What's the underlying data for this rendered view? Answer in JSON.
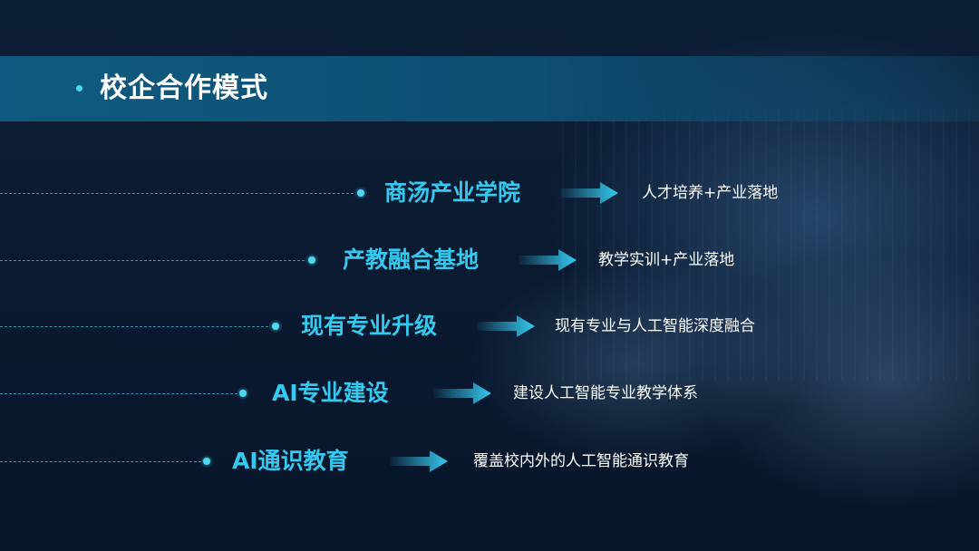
{
  "slide": {
    "title": "校企合作模式",
    "accent_color": "#35c9ef",
    "dot_color": "#4fd8f2",
    "items": [
      {
        "model": "商汤产业学院",
        "result": "人才培养+产业落地"
      },
      {
        "model": "产教融合基地",
        "result": "教学实训+产业落地"
      },
      {
        "model": "现有专业升级",
        "result": "现有专业与人工智能深度融合"
      },
      {
        "model": "AI专业建设",
        "result": "建设人工智能专业教学体系"
      },
      {
        "model": "AI通识教育",
        "result": "覆盖校内外的人工智能通识教育"
      }
    ]
  }
}
